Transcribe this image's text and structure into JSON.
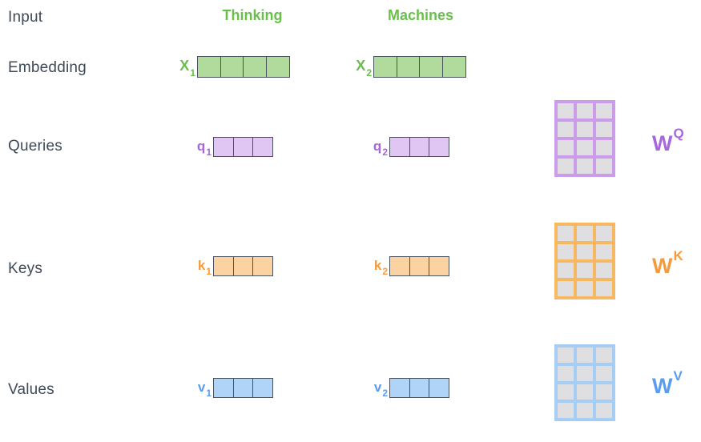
{
  "row_labels": {
    "input": "Input",
    "embedding": "Embedding",
    "queries": "Queries",
    "keys": "Keys",
    "values": "Values"
  },
  "tokens": [
    {
      "word": "Thinking"
    },
    {
      "word": "Machines"
    }
  ],
  "vectors": {
    "embedding": {
      "cells": 4,
      "items": [
        {
          "base": "X",
          "sub": "1"
        },
        {
          "base": "X",
          "sub": "2"
        }
      ]
    },
    "queries": {
      "cells": 3,
      "items": [
        {
          "base": "q",
          "sub": "1"
        },
        {
          "base": "q",
          "sub": "2"
        }
      ]
    },
    "keys": {
      "cells": 3,
      "items": [
        {
          "base": "k",
          "sub": "1"
        },
        {
          "base": "k",
          "sub": "2"
        }
      ]
    },
    "values": {
      "cells": 3,
      "items": [
        {
          "base": "v",
          "sub": "1"
        },
        {
          "base": "v",
          "sub": "2"
        }
      ]
    }
  },
  "matrices": [
    {
      "name": "query-weight-matrix",
      "base": "W",
      "sup": "Q",
      "rows": 4,
      "cols": 3
    },
    {
      "name": "key-weight-matrix",
      "base": "W",
      "sup": "K",
      "rows": 4,
      "cols": 3
    },
    {
      "name": "value-weight-matrix",
      "base": "W",
      "sup": "V",
      "rows": 4,
      "cols": 3
    }
  ],
  "colors": {
    "green_text": "#6abe4c",
    "green_fill": "#b0db9d",
    "purple_text": "#a767dd",
    "purple_fill": "#e0c6f2",
    "purple_grid": "#cb9ce9",
    "orange_text": "#f59b3c",
    "orange_fill": "#fbd3a2",
    "orange_grid": "#f6b860",
    "blue_text": "#5b9bf0",
    "blue_fill": "#b0d4f8",
    "blue_grid": "#a6cdf5",
    "matrix_cell_fill": "#dfdfe2",
    "vector_border": "#49525c",
    "label_text": "#3f4a57"
  }
}
